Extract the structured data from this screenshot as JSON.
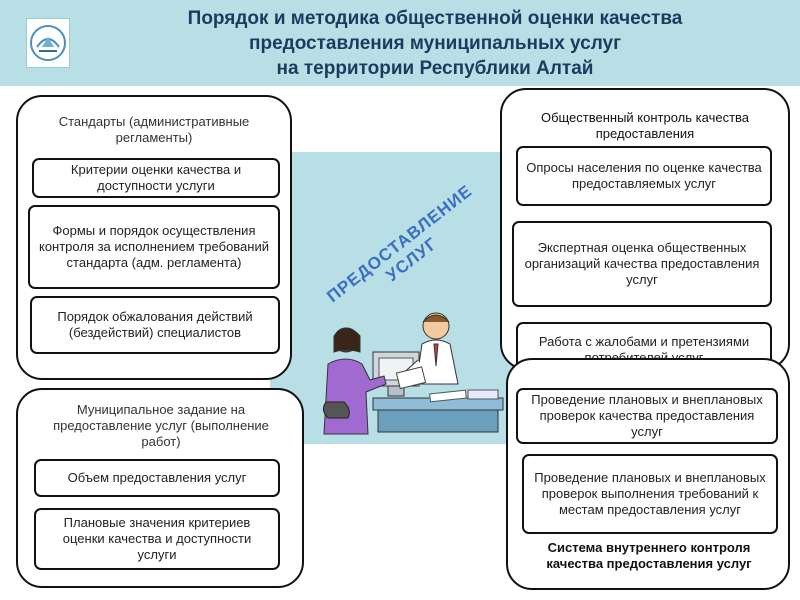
{
  "title": {
    "line1": "Порядок и методика общественной оценки качества",
    "line2": "предоставления муниципальных услуг",
    "line3": "на территории Республики Алтай"
  },
  "center": {
    "line1": "ПРЕДОСТАВЛЕНИЕ",
    "line2": "УСЛУГ"
  },
  "left_top": {
    "title": "Стандарты (административные регламенты)",
    "items": [
      "Критерии оценки качества и доступности услуги",
      "Формы и порядок осуществления контроля за исполнением требований стандарта (адм. регламента)",
      "Порядок обжалования действий (бездействий) специалистов"
    ]
  },
  "left_bottom": {
    "title": "Муниципальное задание на предоставление услуг (выполнение работ)",
    "items": [
      "Объем предоставления услуг",
      "Плановые значения критериев оценки качества и доступности услуги"
    ]
  },
  "right_top": {
    "title": "Общественный контроль качества предоставления",
    "items": [
      "Опросы населения по оценке качества предоставляемых услуг",
      "Экспертная оценка общественных организаций качества предоставления услуг",
      "Работа с жалобами и претензиями потребителей услуг"
    ]
  },
  "right_bottom": {
    "title": "Система внутреннего контроля качества предоставления услуг",
    "items": [
      "Проведение плановых и внеплановых проверок качества предоставления услуг",
      "Проведение плановых и внеплановых проверок выполнения требований  к местам  предоставления услуг"
    ]
  },
  "colors": {
    "header_bg": "#b9dfe6",
    "title_text": "#1f3a5f",
    "center_text": "#3d6fc5"
  }
}
